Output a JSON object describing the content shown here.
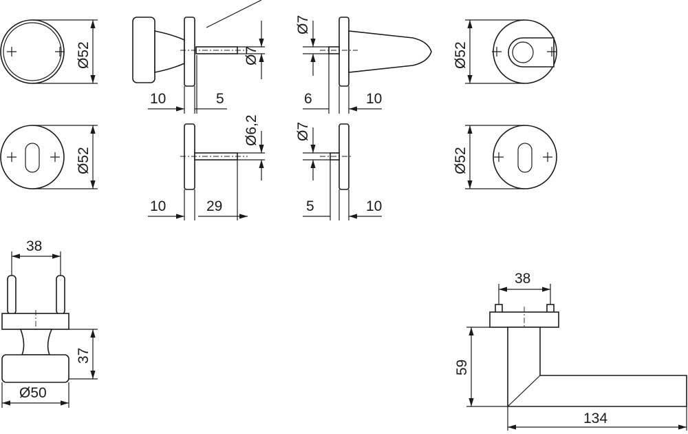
{
  "dimensions": {
    "rose_diameter_1": "Ø52",
    "escutcheon_diameter_1": "Ø52",
    "knob_spindle_diameter": "Ø7",
    "knob_rose_offset": "10",
    "knob_spindle_offset": "5",
    "pin_diameter": "Ø6,2",
    "pin_rose_offset": "10",
    "pin_length": "29",
    "lever_spindle_diameter": "Ø7",
    "lever_offset_left": "6",
    "lever_rose_offset": "10",
    "lever_pin_diameter": "Ø7",
    "lever_pin_offset_left": "5",
    "lever_pin_rose_offset": "10",
    "rose_diameter_2": "Ø52",
    "escutcheon_diameter_2": "Ø52",
    "knob_pin_spacing": "38",
    "knob_height": "37",
    "knob_diameter": "Ø50",
    "lever_pin_spacing": "38",
    "lever_height": "59",
    "lever_length": "134"
  }
}
